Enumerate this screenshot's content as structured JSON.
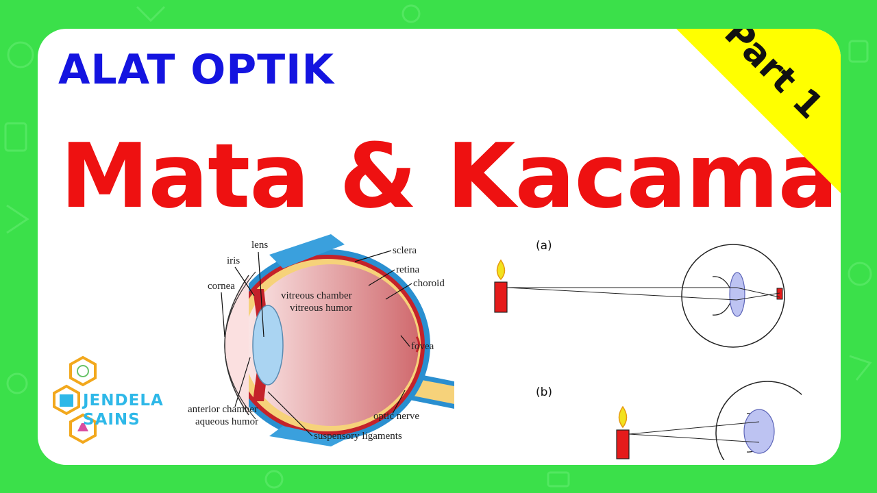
{
  "header": {
    "subtitle": "ALAT OPTIK",
    "title": "Mata & Kacamata",
    "banner_label": "Part 1"
  },
  "eye_diagram": {
    "labels": {
      "lens": "lens",
      "iris": "iris",
      "cornea": "cornea",
      "sclera": "sclera",
      "retina": "retina",
      "choroid": "choroid",
      "vitreous_chamber": "vitreous chamber",
      "vitreous_humor": "vitreous humor",
      "fovea": "fovea",
      "anterior_chamber": "anterior chamber",
      "aqueous_humor": "aqueous humor",
      "optic_nerve": "optic nerve",
      "suspensory_ligaments": "suspensory ligaments"
    }
  },
  "lens_diagram": {
    "panel_a_label": "(a)",
    "panel_b_label": "(b)"
  },
  "logo": {
    "line1": "JENDELA",
    "line2": "SAINS"
  },
  "colors": {
    "background": "#3be04a",
    "subtitle": "#1414e0",
    "title": "#ee1111",
    "banner": "#ffff00",
    "logo_text": "#2eb8e8"
  }
}
